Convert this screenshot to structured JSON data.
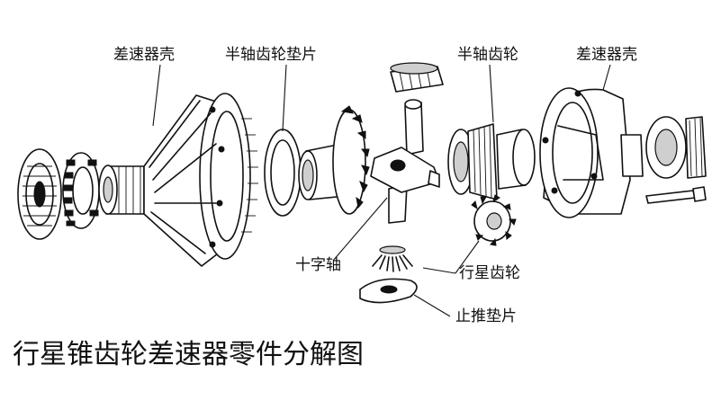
{
  "labels": {
    "housing_left": "差速器壳",
    "side_gear_washer": "半轴齿轮垫片",
    "side_gear": "半轴齿轮",
    "housing_right": "差速器壳",
    "cross_shaft": "十字轴",
    "planetary_gear": "行星齿轮",
    "thrust_washer": "止推垫片"
  },
  "caption": "行星锥齿轮差速器零件分解图"
}
